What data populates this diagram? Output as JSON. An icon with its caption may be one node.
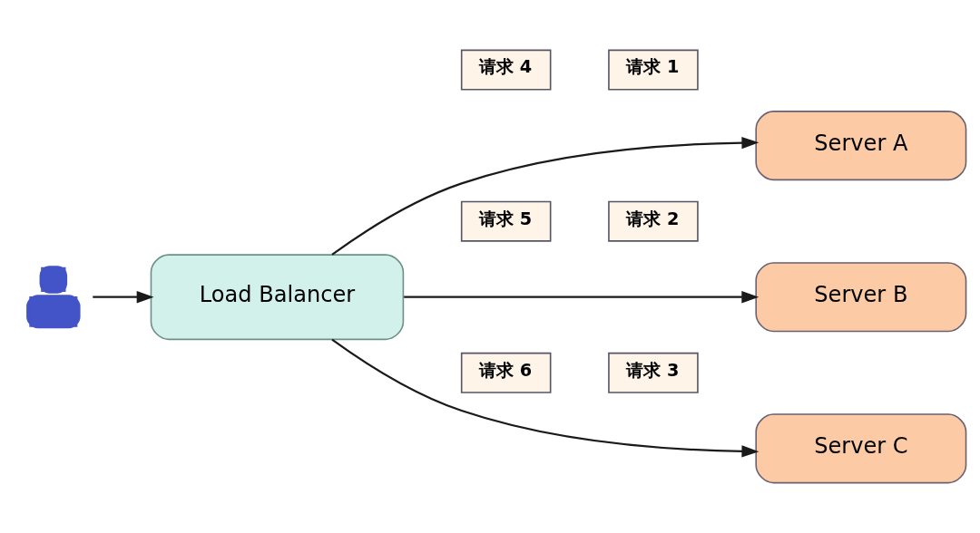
{
  "diagram": {
    "nodes": [
      {
        "text": [],
        "shape": "person"
      },
      {
        "text": [
          "Load Balancer"
        ]
      },
      {
        "text": [
          "请求 1"
        ]
      },
      {
        "text": [
          "请求 4"
        ]
      },
      {
        "text": [
          "Server A"
        ]
      },
      {
        "text": [
          "请求 5"
        ]
      },
      {
        "text": [
          "请求 2"
        ]
      },
      {
        "text": [
          "Server B"
        ]
      },
      {
        "text": [
          "请求 6"
        ]
      },
      {
        "text": [
          "请求 3"
        ]
      },
      {
        "text": [
          "Server C"
        ]
      }
    ],
    "edges": [
      {
        "from": 0,
        "to": 1,
        "arrow": "to"
      },
      {
        "from": 1,
        "to": 4,
        "arrow": "to"
      },
      {
        "from": 1,
        "to": 7,
        "arrow": "to"
      },
      {
        "from": 1,
        "to": 10,
        "arrow": "to"
      }
    ]
  }
}
